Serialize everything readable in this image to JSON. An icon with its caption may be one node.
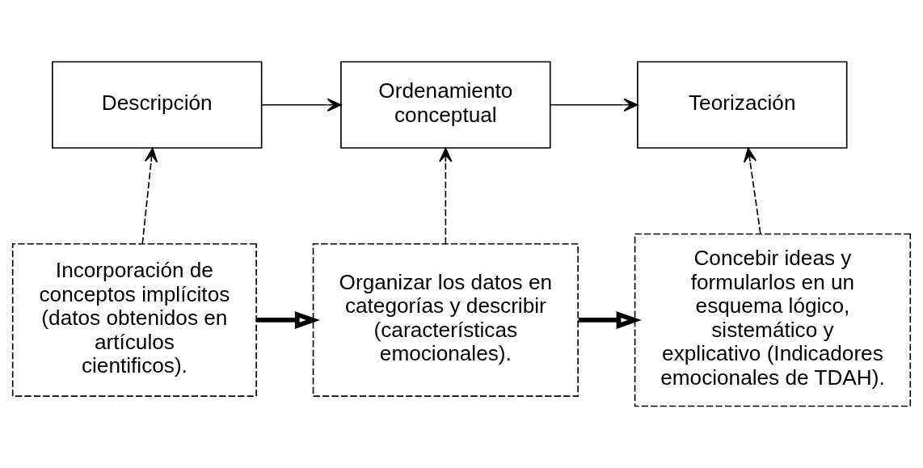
{
  "diagram": {
    "nodes": [
      {
        "text": [
          "Descripción"
        ]
      },
      {
        "text": [
          "Ordenamiento conceptual"
        ]
      },
      {
        "text": [
          "Teorización"
        ]
      },
      {
        "text": [
          "Incorporación de conceptos implícitos (datos obtenidos en artículos cientificos)."
        ]
      },
      {
        "text": [
          "Organizar los datos en categorías y describir (características emocionales)."
        ]
      },
      {
        "text": [
          "Concebir ideas y formularlos en un esquema lógico, sistemático y explicativo (Indicadores emocionales de TDAH)."
        ]
      }
    ],
    "edges": [
      {
        "from": 0,
        "to": 1,
        "arrow": "to"
      },
      {
        "from": 1,
        "to": 2,
        "arrow": "to"
      },
      {
        "from": 3,
        "to": 0,
        "arrow": "to",
        "style": "dashed"
      },
      {
        "from": 4,
        "to": 1,
        "arrow": "to",
        "style": "dashed"
      },
      {
        "from": 5,
        "to": 2,
        "arrow": "to",
        "style": "dashed"
      },
      {
        "from": 3,
        "to": 4,
        "arrow": "to",
        "style": "thick"
      },
      {
        "from": 4,
        "to": 5,
        "arrow": "to",
        "style": "thick"
      }
    ]
  }
}
